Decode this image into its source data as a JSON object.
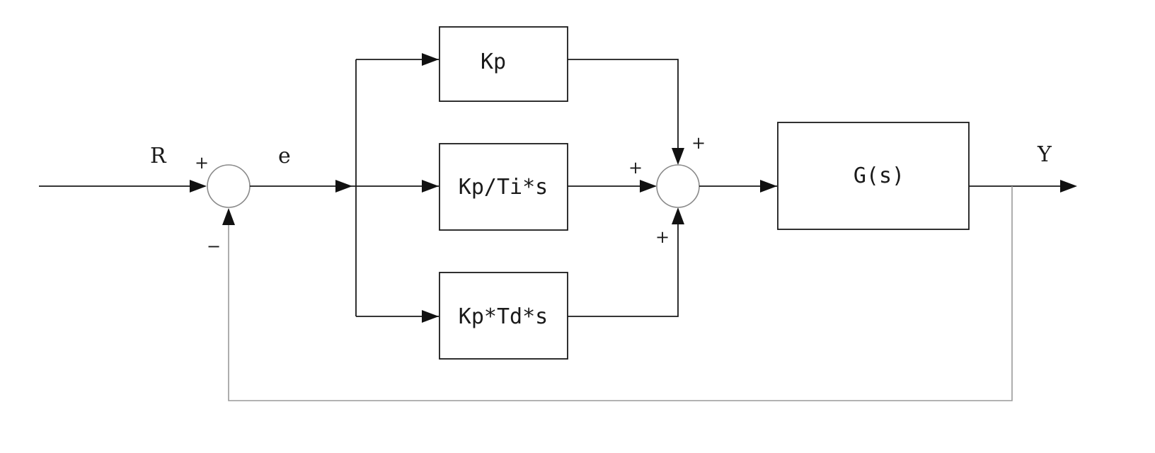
{
  "signals": {
    "reference": "R",
    "error": "e",
    "output": "Y"
  },
  "blocks": {
    "proportional": "Kp",
    "integral": "Kp/Ti*s",
    "derivative": "Kp*Td*s",
    "plant": "G(s)"
  },
  "signs": {
    "sum1_plus": "+",
    "sum1_minus": "−",
    "sum2_top_plus": "+",
    "sum2_left_plus": "+",
    "sum2_bottom_plus": "+"
  }
}
